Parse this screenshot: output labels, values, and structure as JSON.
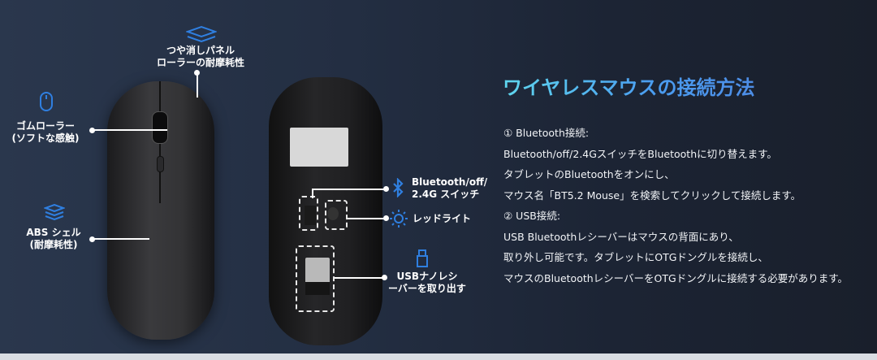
{
  "callouts": {
    "matte_panel": [
      "つや消しパネル",
      "ローラーの耐摩耗性"
    ],
    "rubber_roller": [
      "ゴムローラー",
      "(ソフトな感触)"
    ],
    "abs_shell": [
      "ABS シェル",
      "(耐摩耗性)"
    ],
    "switch": [
      "Bluetooth/off/",
      "2.4G スイッチ"
    ],
    "red_light": "レッドライト",
    "usb_receiver": [
      "USBナノレシ",
      "ーバーを取り出す"
    ]
  },
  "icons": {
    "matte_panel": "matte-panel-icon",
    "rubber_roller": "mouse-icon",
    "abs_shell": "layers-icon",
    "switch": "bluetooth-icon",
    "red_light": "sun-icon",
    "usb_receiver": "usb-icon"
  },
  "colors": {
    "accent": "#2f7fe0",
    "title_start": "#5fd6ee",
    "title_end": "#4d8de6"
  },
  "instructions": {
    "title": "ワイヤレスマウスの接続方法",
    "lines": [
      "① Bluetooth接続:",
      "Bluetooth/off/2.4GスイッチをBluetoothに切り替えます。",
      "タブレットのBluetoothをオンにし、",
      "マウス名「BT5.2 Mouse」を検索してクリックして接続します。",
      "② USB接続:",
      "USB Bluetoothレシーバーはマウスの背面にあり、",
      "取り外し可能です。タブレットにOTGドングルを接続し、",
      "マウスのBluetoothレシーバーをOTGドングルに接続する必要があります。"
    ]
  }
}
